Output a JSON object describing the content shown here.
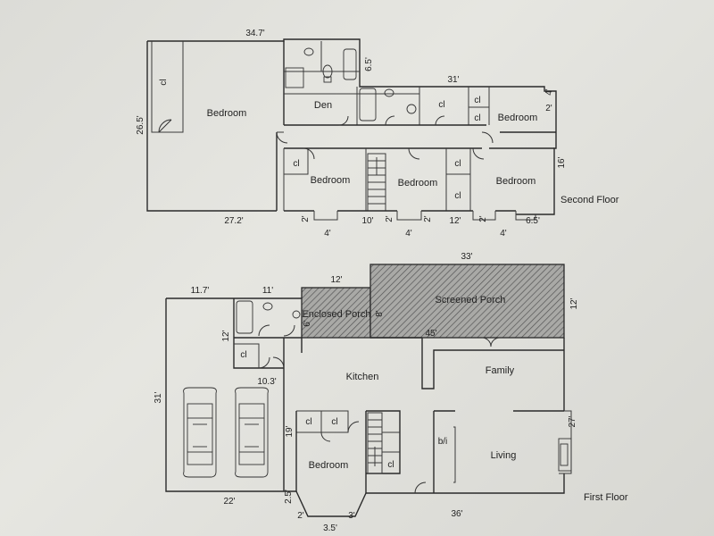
{
  "second_floor": {
    "title": "Second Floor",
    "rooms": {
      "master_bedroom": "Bedroom",
      "den": "Den",
      "bedroom_ne": "Bedroom",
      "bedroom_w": "Bedroom",
      "bedroom_mid": "Bedroom",
      "bedroom_e": "Bedroom"
    },
    "closets": {
      "cl": "cl"
    },
    "dims": {
      "top_width": "34.7'",
      "bath_depth": "6.5'",
      "right_width": "31'",
      "small_4": "4'",
      "small_2": "2'",
      "left_height": "26.5'",
      "right_height": "16'",
      "bottom_left": "27.2'",
      "b_2a": "2'",
      "b_4a": "4'",
      "b_10": "10'",
      "b_2b": "2'",
      "b_4b": "4'",
      "b_2c": "2'",
      "b_12": "12'",
      "b_2d": "2'",
      "b_4c": "4'",
      "b_65": "6.5'"
    }
  },
  "first_floor": {
    "title": "First Floor",
    "rooms": {
      "enclosed_porch": "Enclosed Porch",
      "screened_porch": "Screened Porch",
      "kitchen": "Kitchen",
      "family": "Family",
      "bedroom": "Bedroom",
      "living": "Living",
      "built_in": "b/i"
    },
    "closets": {
      "cl": "cl"
    },
    "dims": {
      "garage_width": "11.7'",
      "bath_width": "11'",
      "porch_width": "12'",
      "screened_width": "33'",
      "porch_depth": "8'",
      "porch_right": "12'",
      "dim_6": "6'",
      "dim_12": "12'",
      "dim_45": "45'",
      "dim_103": "10.3'",
      "left_height": "31'",
      "bed_height": "19'",
      "right_height": "27'",
      "garage_bottom": "22'",
      "dim_25": "2.5'",
      "dim_2": "2'",
      "dim_3": "3'",
      "dim_35": "3.5'",
      "bottom_right": "36'"
    }
  }
}
